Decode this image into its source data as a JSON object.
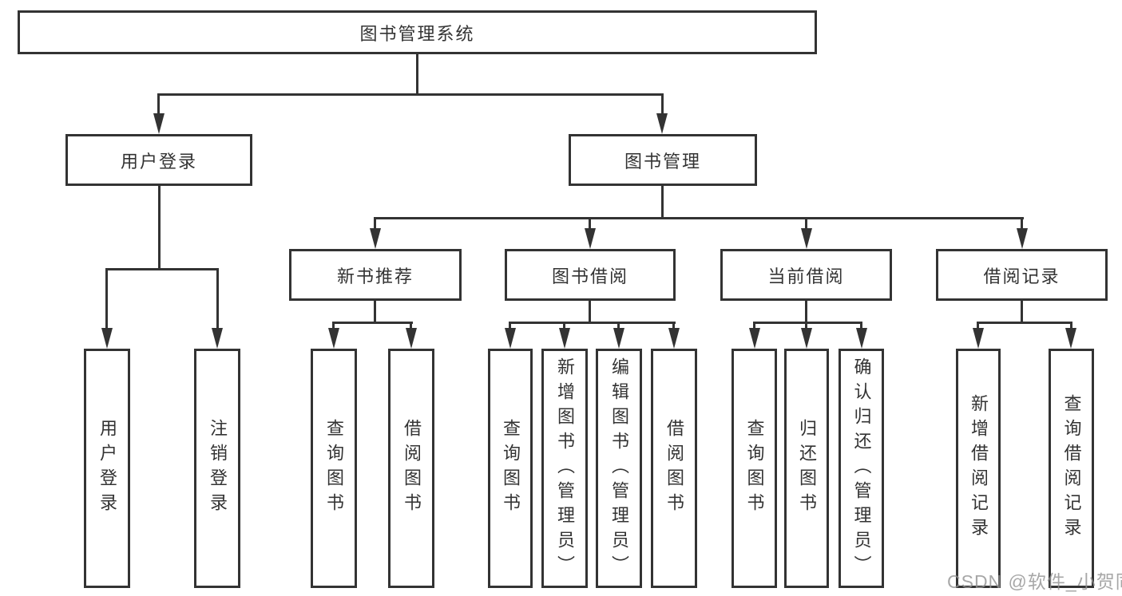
{
  "diagram_title": "图书管理系统",
  "colors": {
    "line": "#333333",
    "text": "#333333",
    "background": "#ffffff",
    "watermark": "#919191"
  },
  "nodes": {
    "root": "图书管理系统",
    "userLogin": "用户登录",
    "bookMgmt": "图书管理",
    "newBook": "新书推荐",
    "bookBorrow": "图书借阅",
    "currentBorrow": "当前借阅",
    "borrowRecord": "借阅记录",
    "leafUserLogin": "用户登录",
    "leafLogout": "注销登录",
    "nbQuery": "查询图书",
    "nbBorrow": "借阅图书",
    "bbQuery": "查询图书",
    "bbAdd": "新增图书（管理员）",
    "bbEdit": "编辑图书（管理员）",
    "bbBorrow": "借阅图书",
    "cbQuery": "查询图书",
    "cbReturn": "归还图书",
    "cbConfirm": "确认归还（管理员）",
    "brAdd": "新增借阅记录",
    "brQuery": "查询借阅记录"
  },
  "hierarchy": {
    "图书管理系统": {
      "用户登录": [
        "用户登录",
        "注销登录"
      ],
      "图书管理": {
        "新书推荐": [
          "查询图书",
          "借阅图书"
        ],
        "图书借阅": [
          "查询图书",
          "新增图书（管理员）",
          "编辑图书（管理员）",
          "借阅图书"
        ],
        "当前借阅": [
          "查询图书",
          "归还图书",
          "确认归还（管理员）"
        ],
        "借阅记录": [
          "新增借阅记录",
          "查询借阅记录"
        ]
      }
    }
  },
  "watermark": "CSDN @软件_小贺同学"
}
